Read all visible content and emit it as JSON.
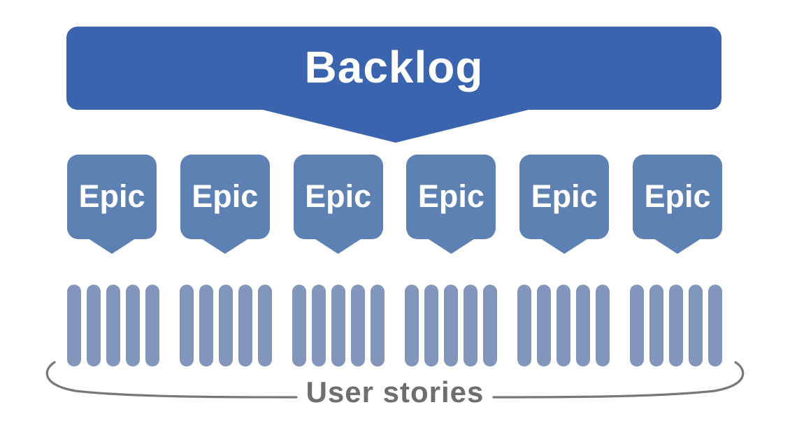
{
  "diagram": {
    "backlog": {
      "label": "Backlog"
    },
    "epics": [
      {
        "label": "Epic",
        "story_count": 5
      },
      {
        "label": "Epic",
        "story_count": 5
      },
      {
        "label": "Epic",
        "story_count": 5
      },
      {
        "label": "Epic",
        "story_count": 5
      },
      {
        "label": "Epic",
        "story_count": 5
      },
      {
        "label": "Epic",
        "story_count": 5
      }
    ],
    "user_stories": {
      "label": "User stories",
      "total_bars": 30
    }
  },
  "colors": {
    "banner_blue": "#3A65AE",
    "epic_blue": "#5E81B4",
    "story_bar_blue": "#8295BB",
    "brace_gray": "#77787A",
    "label_gray": "#6D6E70",
    "background": "#FFFFFF",
    "text_white": "#FFFFFF"
  }
}
